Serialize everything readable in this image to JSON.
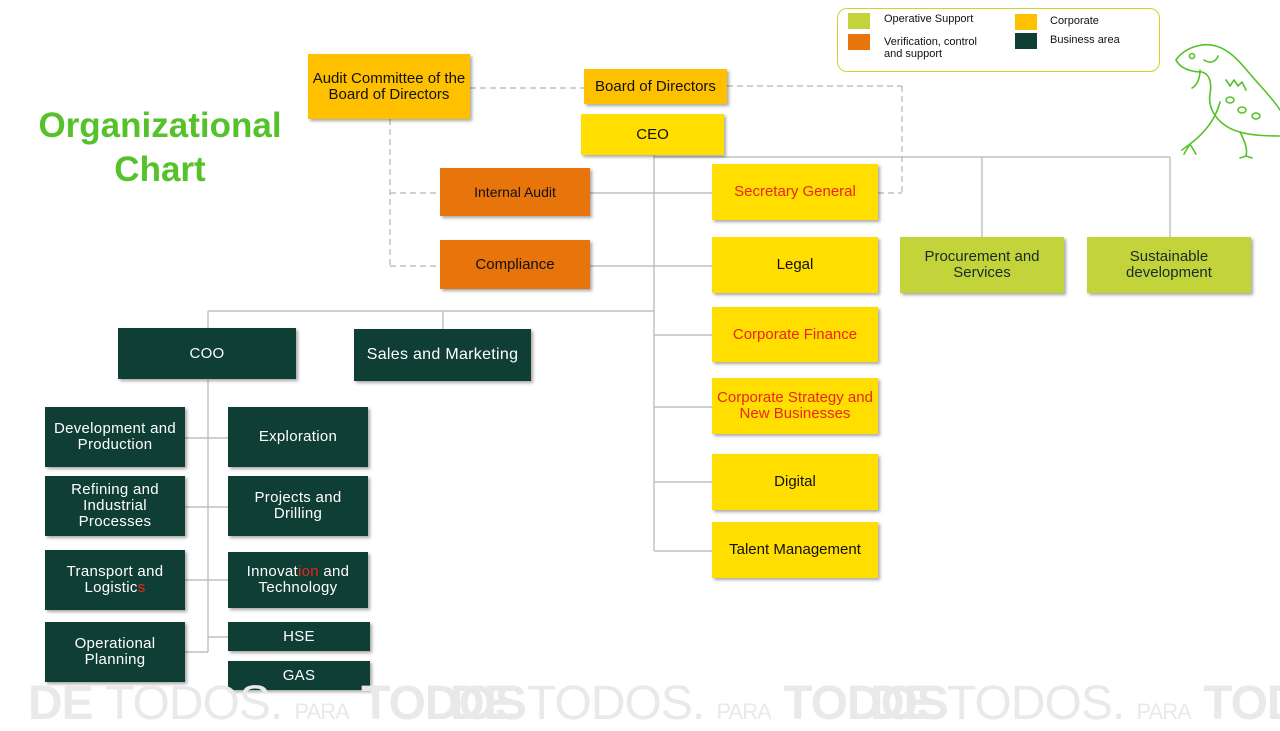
{
  "title": {
    "line1": "Organizational",
    "line2": "Chart"
  },
  "legend": {
    "operative_support": "Operative Support",
    "verification": "Verification, control and support",
    "corporate": "Corporate",
    "business_area": "Business area"
  },
  "nodes": {
    "audit_committee": "Audit Committee of the Board of Directors",
    "board": "Board of Directors",
    "ceo": "CEO",
    "internal_audit": "Internal Audit",
    "compliance": "Compliance",
    "secretary_general": "Secretary General",
    "legal": "Legal",
    "corporate_finance": "Corporate Finance",
    "corporate_strategy": "Corporate Strategy and New Businesses",
    "digital": "Digital",
    "talent_management": "Talent Management",
    "procurement": "Procurement and Services",
    "sustainable": "Sustainable development",
    "coo": "COO",
    "sales": "Sales and Marketing",
    "dev_production": "Development and Production",
    "exploration": "Exploration",
    "refining": "Refining and Industrial Processes",
    "projects": "Projects and Drilling",
    "transport_a": "Transport and Logistic",
    "transport_b": "s",
    "innovation_a": "Innovat",
    "innovation_b": "ion",
    "innovation_c": " and Technology",
    "operational_planning": "Operational Planning",
    "hse": "HSE",
    "gas": "GAS"
  },
  "watermark": {
    "de": "DE",
    "todos1": "TODOS.",
    "para": "PARA",
    "todos2": "TODOS"
  },
  "colors": {
    "corporate": "#ffc000",
    "corporate_units": "#ffde00",
    "verification": "#e8740c",
    "business_area": "#0f3e34",
    "operative_support": "#c2d43a",
    "title": "#56c22b",
    "highlight_text": "#e8261a"
  },
  "icons": {
    "logo": "iguana-icon"
  }
}
